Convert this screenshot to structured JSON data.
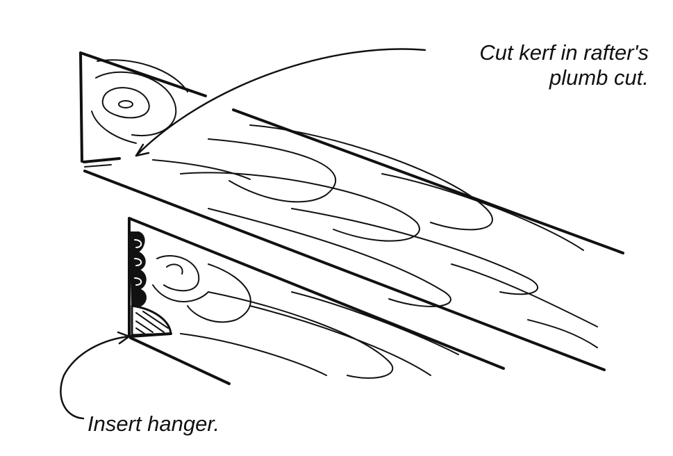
{
  "callouts": {
    "kerf_line1": "Cut kerf in rafter's",
    "kerf_line2": "plumb cut.",
    "hanger": "Insert hanger."
  },
  "colors": {
    "ink": "#111111",
    "paper": "#ffffff"
  }
}
